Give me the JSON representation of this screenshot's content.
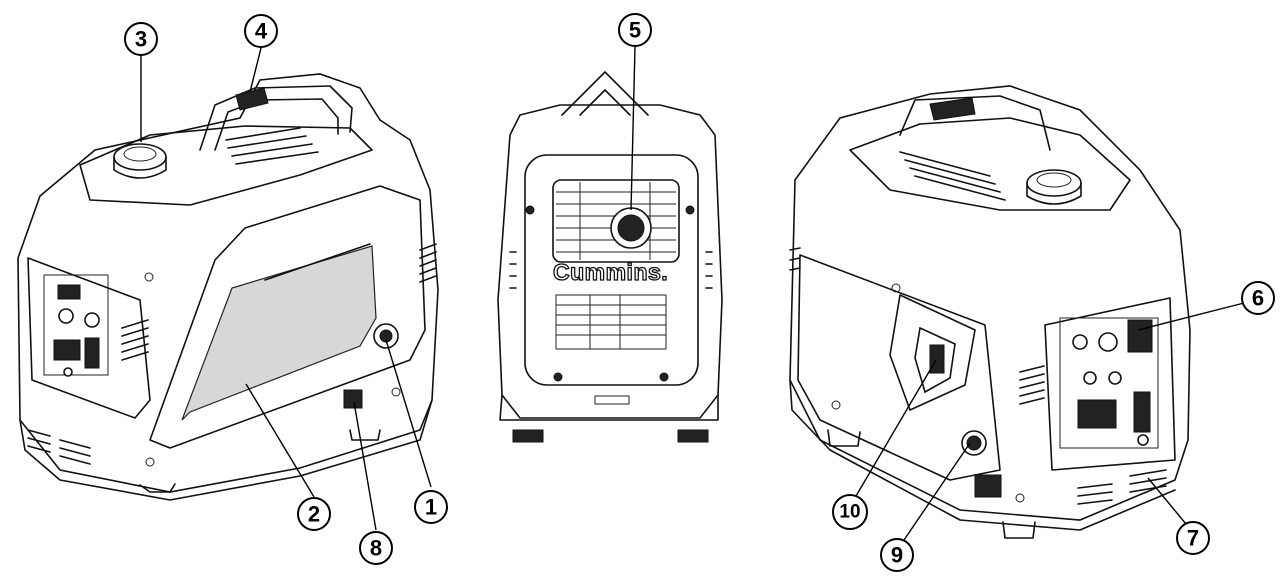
{
  "brand_logo": "Cummins.",
  "callouts": [
    "1",
    "2",
    "3",
    "4",
    "5",
    "6",
    "7",
    "8",
    "9",
    "10"
  ]
}
